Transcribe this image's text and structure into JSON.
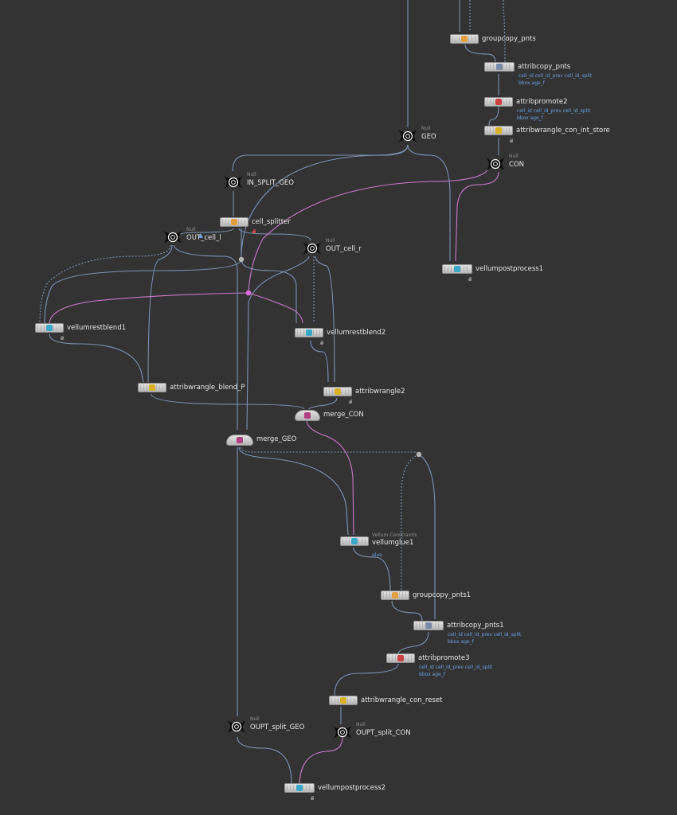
{
  "colors": {
    "background": "#333333",
    "wire_geo": "#7d93b5",
    "wire_constraint": "#c97ac9",
    "node_body": "#d0d0d0",
    "label": "#e6e6e6",
    "attr_text": "#6f9fe0"
  },
  "nodes": [
    {
      "id": "groupcopy_pnts",
      "label": "groupcopy_pnts",
      "icon": "groupcopy-icon"
    },
    {
      "id": "attribcopy_pnts",
      "label": "attribcopy_pnts",
      "icon": "attribcopy-icon",
      "attrs": [
        "cell_id cell_id_prev cell_id_split",
        "bbox age_f"
      ]
    },
    {
      "id": "attribpromote2",
      "label": "attribpromote2",
      "icon": "attribpromote-icon",
      "attrs": [
        "cell_id cell_id_prev cell_id_split",
        "bbox age_f"
      ]
    },
    {
      "id": "attribwrangle_con_int_store",
      "label": "attribwrangle_con_int_store",
      "icon": "wrangle-icon"
    },
    {
      "id": "GEO",
      "label": "GEO",
      "type": "Null",
      "icon": "null-icon"
    },
    {
      "id": "CON",
      "label": "CON",
      "type": "Null",
      "icon": "null-icon"
    },
    {
      "id": "IN_SPLIT_GEO",
      "label": "IN_SPLIT_GEO",
      "type": "Null",
      "icon": "null-icon"
    },
    {
      "id": "cell_splitter",
      "label": "cell_splitter",
      "icon": "subnet-icon"
    },
    {
      "id": "OUT_cell_l",
      "label": "OUT_cell_l",
      "type": "Null",
      "icon": "null-icon"
    },
    {
      "id": "OUT_cell_r",
      "label": "OUT_cell_r",
      "type": "Null",
      "icon": "null-icon"
    },
    {
      "id": "vellumpostprocess1",
      "label": "vellumpostprocess1",
      "icon": "vellum-icon"
    },
    {
      "id": "vellumrestblend1",
      "label": "vellumrestblend1",
      "icon": "vellum-icon"
    },
    {
      "id": "vellumrestblend2",
      "label": "vellumrestblend2",
      "icon": "vellum-icon"
    },
    {
      "id": "attribwrangle_blend_P",
      "label": "attribwrangle_blend_P",
      "icon": "wrangle-icon"
    },
    {
      "id": "attribwrangle2",
      "label": "attribwrangle2",
      "icon": "wrangle-icon"
    },
    {
      "id": "merge_CON",
      "label": "merge_CON",
      "icon": "merge-icon"
    },
    {
      "id": "merge_GEO",
      "label": "merge_GEO",
      "icon": "merge-icon"
    },
    {
      "id": "vellumglue1",
      "label": "vellumglue1",
      "type": "Vellum Constraints",
      "sub": "glue",
      "icon": "vellum-icon"
    },
    {
      "id": "groupcopy_pnts1",
      "label": "groupcopy_pnts1",
      "icon": "groupcopy-icon"
    },
    {
      "id": "attribcopy_pnts1",
      "label": "attribcopy_pnts1",
      "icon": "attribcopy-icon",
      "attrs": [
        "cell_id cell_id_prev cell_id_split",
        "bbox age_f"
      ]
    },
    {
      "id": "attribpromote3",
      "label": "attribpromote3",
      "icon": "attribpromote-icon",
      "attrs": [
        "cell_id cell_id_prev cell_id_split",
        "bbox age_f"
      ]
    },
    {
      "id": "attribwrangle_con_reset",
      "label": "attribwrangle_con_reset",
      "icon": "wrangle-icon"
    },
    {
      "id": "OUPT_split_GEO",
      "label": "OUPT_split_GEO",
      "type": "Null",
      "icon": "null-icon"
    },
    {
      "id": "OUPT_split_CON",
      "label": "OUPT_split_CON",
      "type": "Null",
      "icon": "null-icon"
    },
    {
      "id": "vellumpostprocess2",
      "label": "vellumpostprocess2",
      "icon": "vellum-icon"
    }
  ]
}
